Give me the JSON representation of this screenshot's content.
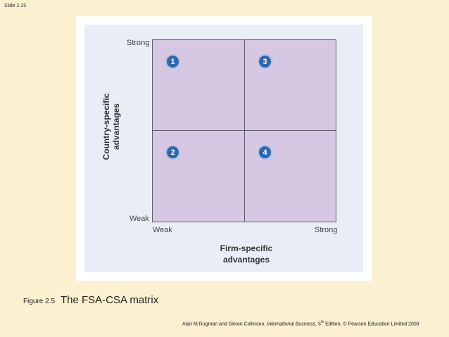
{
  "slide": {
    "number_label": "Slide 2.25"
  },
  "diagram": {
    "y_axis_label_line1": "Country-specific",
    "y_axis_label_line2": "advantages",
    "y_high": "Strong",
    "y_low": "Weak",
    "x_low": "Weak",
    "x_high": "Strong",
    "x_axis_label_line1": "Firm-specific",
    "x_axis_label_line2": "advantages",
    "quadrants": [
      {
        "label": "1"
      },
      {
        "label": "3"
      },
      {
        "label": "2"
      },
      {
        "label": "4"
      }
    ],
    "colors": {
      "cell": "#d6c8e3",
      "badge": "#2f67ae",
      "background": "#fbf0cf"
    }
  },
  "caption": {
    "figure_number": "Figure 2.5",
    "title": "The FSA-CSA matrix"
  },
  "credit": {
    "authors": "Alan M Rugman and Simon Collinson,",
    "book": "International Business,",
    "edition_num": "5",
    "edition_sup": "th",
    "edition_rest": "Edition, © Pearson Education Limited 2009"
  }
}
